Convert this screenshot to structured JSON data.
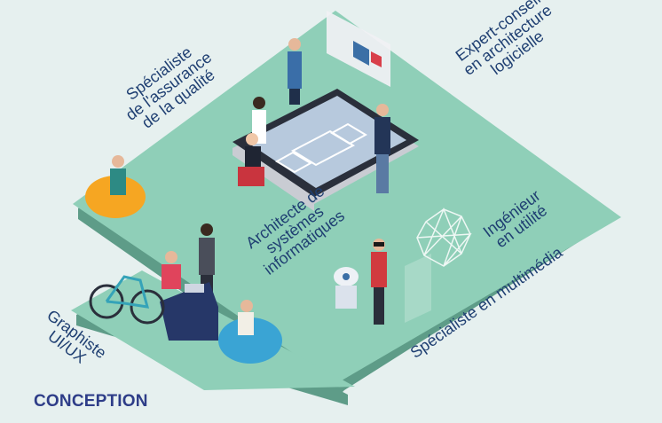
{
  "roles": {
    "qa": "Spécialiste\nde l'assurance\nde la qualité",
    "expert": "Expert-conseil\nen architecture\nlogicielle",
    "architect": "Architecte de\nsystèmes\ninformatiques",
    "usability": "Ingénieur\nen utilité",
    "graphic": "Graphiste\nUI/UX",
    "multimedia": "Spécialiste en multimédia"
  },
  "footer": "CONCEPTION",
  "colors": {
    "background": "#e6f0ef",
    "platform": "#8fcfb8",
    "platform_edge": "#5e9c88",
    "label": "#1f3f72",
    "footer": "#2e3d88"
  }
}
